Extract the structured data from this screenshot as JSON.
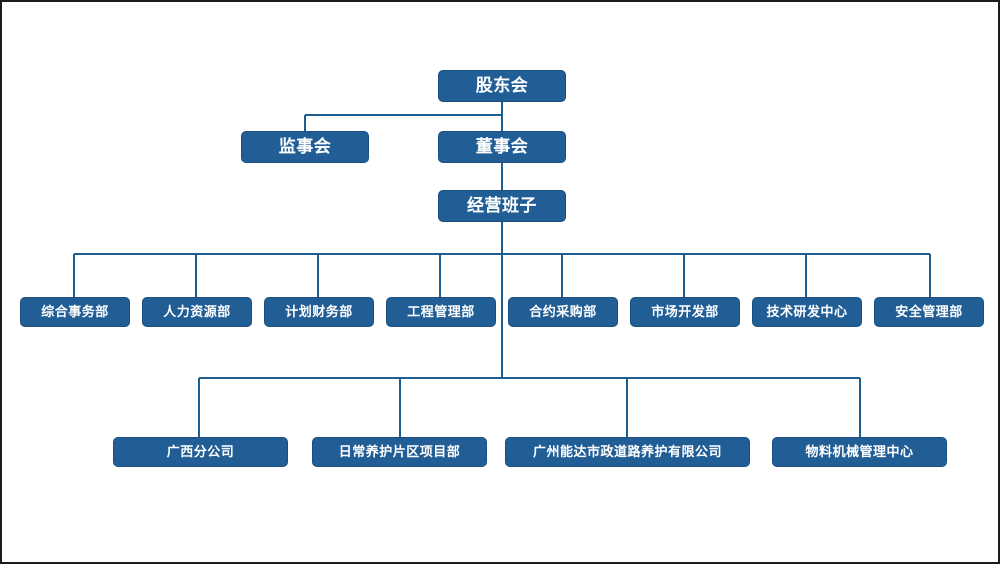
{
  "chart": {
    "type": "org-chart",
    "title": "",
    "colors": {
      "node_fill": "#225E96",
      "node_border": "#1b4e7f",
      "node_text": "#ffffff",
      "connector": "#1b5e8f",
      "canvas": "#ffffff",
      "page_border": "#1c1c1c"
    },
    "levels": {
      "level1": {
        "label": "股东会"
      },
      "level2": [
        {
          "label": "监事会"
        },
        {
          "label": "董事会"
        }
      ],
      "level3": {
        "label": "经营班子"
      },
      "departments": [
        {
          "label": "综合事务部"
        },
        {
          "label": "人力资源部"
        },
        {
          "label": "计划财务部"
        },
        {
          "label": "工程管理部"
        },
        {
          "label": "合约采购部"
        },
        {
          "label": "市场开发部"
        },
        {
          "label": "技术研发中心"
        },
        {
          "label": "安全管理部"
        }
      ],
      "units": [
        {
          "label": "广西分公司"
        },
        {
          "label": "日常养护片区项目部"
        },
        {
          "label": "广州能达市政道路养护有限公司"
        },
        {
          "label": "物料机械管理中心"
        }
      ]
    }
  }
}
